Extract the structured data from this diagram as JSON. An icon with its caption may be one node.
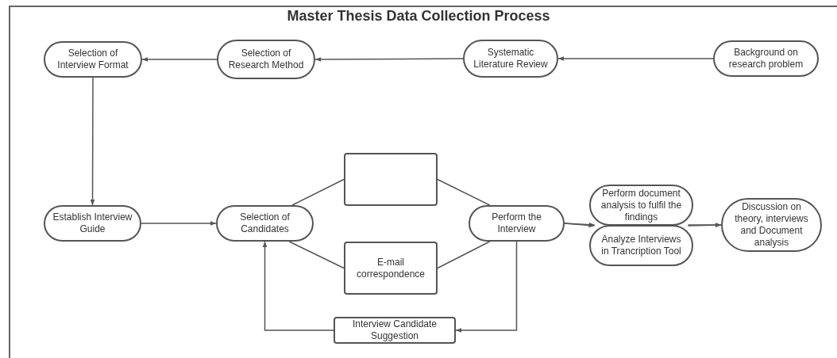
{
  "diagram": {
    "title": "Master Thesis Data Collection Process",
    "nodes": [
      {
        "text": [
          "Background on research problem"
        ]
      },
      {
        "text": [
          "Systematic Literature Review"
        ]
      },
      {
        "text": [
          "Selection of Research Method"
        ]
      },
      {
        "text": [
          "Selection of Interview Format"
        ]
      },
      {
        "text": [
          "Establish Interview Guide"
        ]
      },
      {
        "text": [
          "Selection of Candidates"
        ]
      },
      {
        "text": [],
        "shape": "box"
      },
      {
        "text": [
          "E-mail correspondence"
        ]
      },
      {
        "text": [
          "Perform the Interview"
        ]
      },
      {
        "text": [
          "Perform document analysis to fulfil the findings"
        ]
      },
      {
        "text": [
          "Analyze Interviews in Trancription Tool"
        ]
      },
      {
        "text": [
          "Discussion on theory, interviews and Document analysis"
        ]
      },
      {
        "text": [
          "Interview Candidate Suggestion"
        ]
      }
    ],
    "edges": [
      {
        "from": 0,
        "to": 1,
        "arrow": "to"
      },
      {
        "from": 1,
        "to": 2,
        "arrow": "to"
      },
      {
        "from": 2,
        "to": 3,
        "arrow": "to"
      },
      {
        "from": 3,
        "to": 4,
        "arrow": "to"
      },
      {
        "from": 4,
        "to": 5,
        "arrow": "to"
      },
      {
        "from": 5,
        "to": 6,
        "arrow": "none"
      },
      {
        "from": 5,
        "to": 7,
        "arrow": "none"
      },
      {
        "from": 6,
        "to": 8,
        "arrow": "none"
      },
      {
        "from": 7,
        "to": 8,
        "arrow": "none"
      },
      {
        "from": 8,
        "to": 9,
        "arrow": "to"
      },
      {
        "from": 8,
        "to": 10,
        "arrow": "to"
      },
      {
        "from": 9,
        "to": 11,
        "arrow": "to"
      },
      {
        "from": 10,
        "to": 11,
        "arrow": "to"
      },
      {
        "from": 8,
        "to": 12,
        "arrow": "to"
      },
      {
        "from": 12,
        "to": 5,
        "arrow": "to"
      }
    ]
  }
}
